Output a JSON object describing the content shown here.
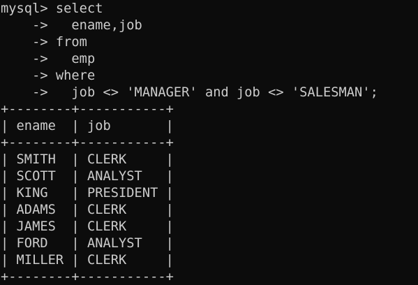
{
  "terminal": {
    "query": [
      "mysql> select",
      "    ->   ename,job",
      "    -> from",
      "    ->   emp",
      "    -> where",
      "    ->   job <> 'MANAGER' and job <> 'SALESMAN';"
    ],
    "table": {
      "border": "+--------+-----------+",
      "header": "| ename  | job       |",
      "rows": [
        "| SMITH  | CLERK     |",
        "| SCOTT  | ANALYST   |",
        "| KING   | PRESIDENT |",
        "| ADAMS  | CLERK     |",
        "| JAMES  | CLERK     |",
        "| FORD   | ANALYST   |",
        "| MILLER | CLERK     |"
      ],
      "columns": [
        "ename",
        "job"
      ],
      "data": [
        [
          "SMITH",
          "CLERK"
        ],
        [
          "SCOTT",
          "ANALYST"
        ],
        [
          "KING",
          "PRESIDENT"
        ],
        [
          "ADAMS",
          "CLERK"
        ],
        [
          "JAMES",
          "CLERK"
        ],
        [
          "FORD",
          "ANALYST"
        ],
        [
          "MILLER",
          "CLERK"
        ]
      ]
    }
  },
  "colors": {
    "background": "#0c0c0c",
    "foreground": "#cccccc"
  }
}
